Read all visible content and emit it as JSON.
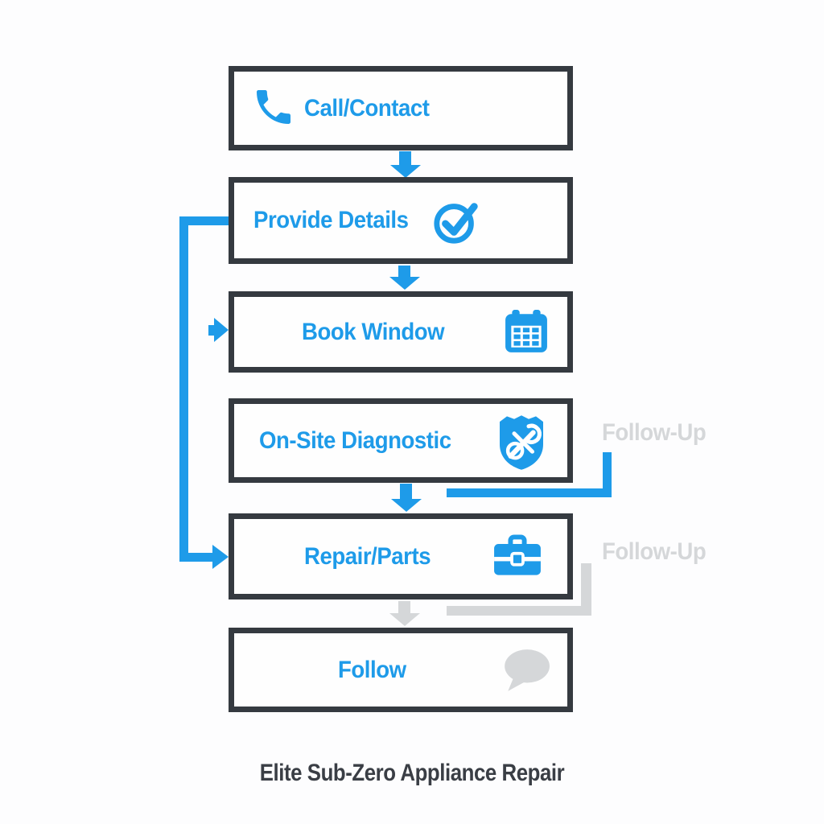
{
  "diagram": {
    "title": "Elite Sub-Zero Appliance Repair",
    "steps": [
      {
        "label": "Call/Contact",
        "icon": "phone-icon"
      },
      {
        "label": "Provide Details",
        "icon": "check-circle-icon"
      },
      {
        "label": "Book Window",
        "icon": "calendar-icon"
      },
      {
        "label": "On-Site Diagnostic",
        "icon": "shield-tools-icon"
      },
      {
        "label": "Repair/Parts",
        "icon": "toolbox-icon"
      },
      {
        "label": "Follow",
        "icon": "speech-bubble-icon"
      }
    ],
    "side_labels": [
      {
        "text": "Follow-Up"
      },
      {
        "text": "Follow-Up"
      }
    ],
    "colors": {
      "accent": "#1E9BE9",
      "outline": "#353A40",
      "muted": "#D5D7D9",
      "title_text": "#3A3E45"
    }
  }
}
